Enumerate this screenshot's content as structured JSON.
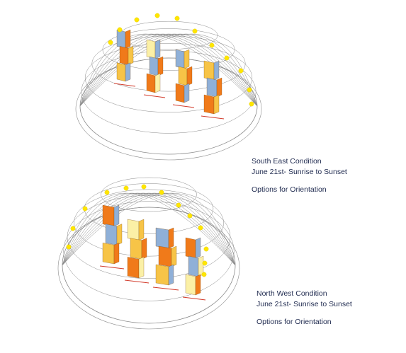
{
  "figures": [
    {
      "id": "south-east",
      "caption": {
        "condition": "South East Condition",
        "date_range": "June 21st- Sunrise to Sunset",
        "options": "Options for Orientation"
      }
    },
    {
      "id": "north-west",
      "caption": {
        "condition": "North West Condition",
        "date_range": "June 21st- Sunrise to Sunset",
        "options": "Options for Orientation"
      }
    }
  ],
  "colors": {
    "sun_marker": "#ffe600",
    "dome_line": "#8a8a8a",
    "massing_hot": "#f07a1a",
    "massing_warm": "#f7c447",
    "massing_cool": "#8fb0d8",
    "massing_pale": "#fbf0a6",
    "caption_text": "#1f2a4f"
  }
}
